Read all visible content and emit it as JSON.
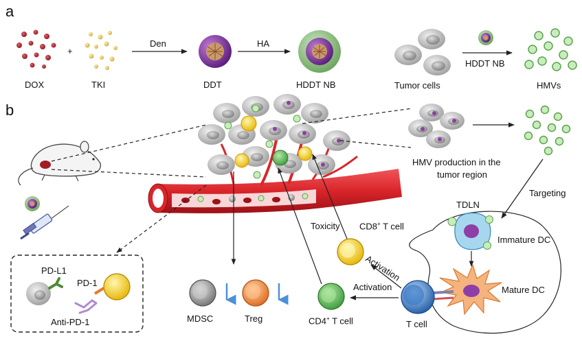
{
  "panel_a": {
    "letter": "a",
    "dox": "DOX",
    "plus": "+",
    "tki": "TKI",
    "den": "Den",
    "ddt": "DDT",
    "ha": "HA",
    "hddt_nb": "HDDT NB",
    "tumor_cells": "Tumor cells",
    "hddt_nb_arrow": "HDDT NB",
    "hmvs": "HMVs"
  },
  "panel_b": {
    "letter": "b",
    "hmv_production_line1": "HMV production in the",
    "hmv_production_line2": "tumor region",
    "targeting": "Targeting",
    "tdln": "TDLN",
    "immature_dc": "Immature DC",
    "mature_dc": "Mature DC",
    "toxicity": "Toxicity",
    "cd8_prefix": "CD8",
    "cd8_sup": "+",
    "cd8_suffix": " T cell",
    "activation_1": "Activation",
    "activation_2": "Activation",
    "cd4_prefix": "CD4",
    "cd4_sup": "+",
    "cd4_suffix": " T cell",
    "t_cell": "T cell",
    "mdsc": "MDSC",
    "treg": "Treg",
    "pd_l1": "PD-L1",
    "pd_1": "PD-1",
    "anti_pd_1": "Anti-PD-1"
  },
  "colors": {
    "dox": "#a3262d",
    "tki": "#d8bf5c",
    "hmv": "#9ad48a",
    "vessel": "#d9252a",
    "tcell_blue": "#2f6db8",
    "cd8_yellow": "#f2c81c",
    "cd4_green": "#4aa84a",
    "mdsc_gray": "#9a9a9a",
    "treg_orange": "#e9792c",
    "arrow_blue": "#4a90d9",
    "ddt_purple": "#8e3fa6"
  }
}
